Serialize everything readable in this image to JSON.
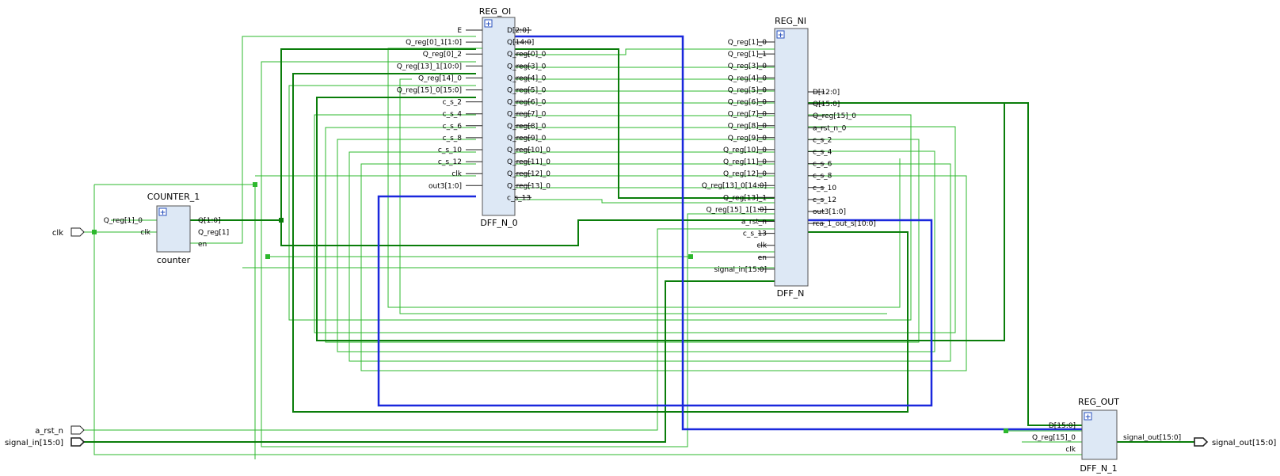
{
  "colors": {
    "wire": "#2db82d",
    "bus": "#0a7d0a",
    "select": "#1a28dd",
    "block": "#dde8f5",
    "border": "#555555"
  },
  "ports": {
    "clk": "clk",
    "a_rst_n": "a_rst_n",
    "signal_in": "signal_in[15:0]",
    "signal_out": "signal_out[15:0]"
  },
  "counter": {
    "title": "COUNTER_1",
    "type": "counter",
    "inputs": [
      "Q_reg[1]_0",
      "clk"
    ],
    "outputs": [
      "Q[1:0]",
      "Q_reg[1]",
      "en"
    ]
  },
  "reg_oi": {
    "title": "REG_OI",
    "type": "DFF_N_0",
    "inputs": [
      "E",
      "Q_reg[0]_1[1:0]",
      "Q_reg[0]_2",
      "Q_reg[13]_1[10:0]",
      "Q_reg[14]_0",
      "Q_reg[15]_0[15:0]",
      "c_s_2",
      "c_s_4",
      "c_s_6",
      "c_s_8",
      "c_s_10",
      "c_s_12",
      "clk",
      "out3[1:0]"
    ],
    "outputs": [
      "D[2:0]",
      "Q[14:0]",
      "Q_reg[0]_0",
      "Q_reg[3]_0",
      "Q_reg[4]_0",
      "Q_reg[5]_0",
      "Q_reg[6]_0",
      "Q_reg[7]_0",
      "Q_reg[8]_0",
      "Q_reg[9]_0",
      "Q_reg[10]_0",
      "Q_reg[11]_0",
      "Q_reg[12]_0",
      "Q_reg[13]_0",
      "c_s_13"
    ]
  },
  "reg_ni": {
    "title": "REG_NI",
    "type": "DFF_N",
    "inputs": [
      "Q_reg[1]_0",
      "Q_reg[1]_1",
      "Q_reg[3]_0",
      "Q_reg[4]_0",
      "Q_reg[5]_0",
      "Q_reg[6]_0",
      "Q_reg[7]_0",
      "Q_reg[8]_0",
      "Q_reg[9]_0",
      "Q_reg[10]_0",
      "Q_reg[11]_0",
      "Q_reg[12]_0",
      "Q_reg[13]_0[14:0]",
      "Q_reg[13]_1",
      "Q_reg[15]_1[1:0]",
      "a_rst_n",
      "c_s_13",
      "clk",
      "en",
      "signal_in[15:0]"
    ],
    "outputs": [
      "D[12:0]",
      "Q[15:0]",
      "Q_reg[15]_0",
      "a_rst_n_0",
      "c_s_2",
      "c_s_4",
      "c_s_6",
      "c_s_8",
      "c_s_10",
      "c_s_12",
      "out3[1:0]",
      "rca_1_out_s[10:0]"
    ]
  },
  "reg_out": {
    "title": "REG_OUT",
    "type": "DFF_N_1",
    "inputs": [
      "D[15:0]",
      "Q_reg[15]_0",
      "clk"
    ],
    "outputs": [
      "signal_out[15:0]"
    ]
  }
}
